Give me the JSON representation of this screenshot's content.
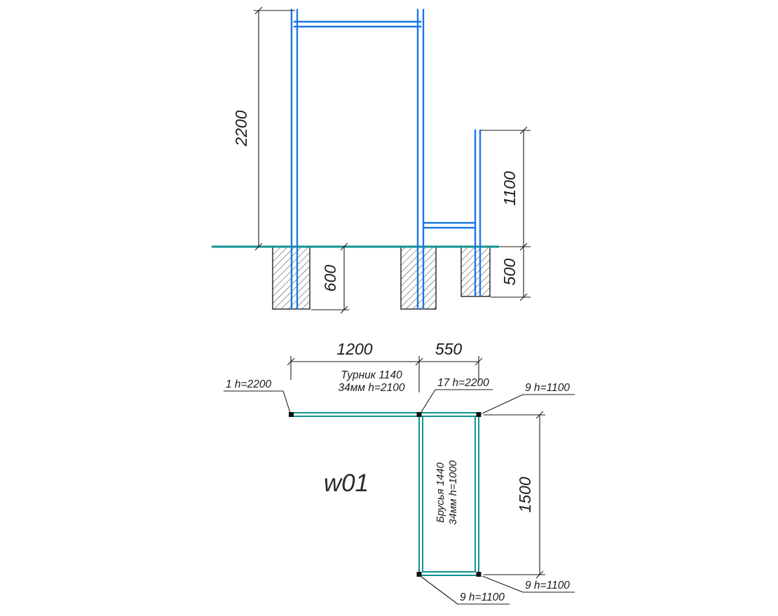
{
  "drawing": {
    "code": "w01",
    "colors": {
      "structure": "#1b76e8",
      "plan": "#0e9390",
      "ground": "#0e9390",
      "lines": "#1a1a1a"
    },
    "elevation": {
      "dims": {
        "height_main": "2200",
        "height_side": "1100",
        "depth_left": "600",
        "depth_right": "500"
      }
    },
    "plan": {
      "dims": {
        "span_main": "1200",
        "span_side": "550",
        "depth": "1500"
      },
      "turnik_label": [
        "Турник 1140",
        "34мм h=2100"
      ],
      "brusya_label": [
        "Брусья 1440",
        "34мм h=1000"
      ],
      "posts": [
        {
          "label": "1 h=2200"
        },
        {
          "label": "17 h=2200"
        },
        {
          "label": "9 h=1100"
        },
        {
          "label": "9 h=1100"
        },
        {
          "label": "9 h=1100"
        }
      ]
    }
  }
}
